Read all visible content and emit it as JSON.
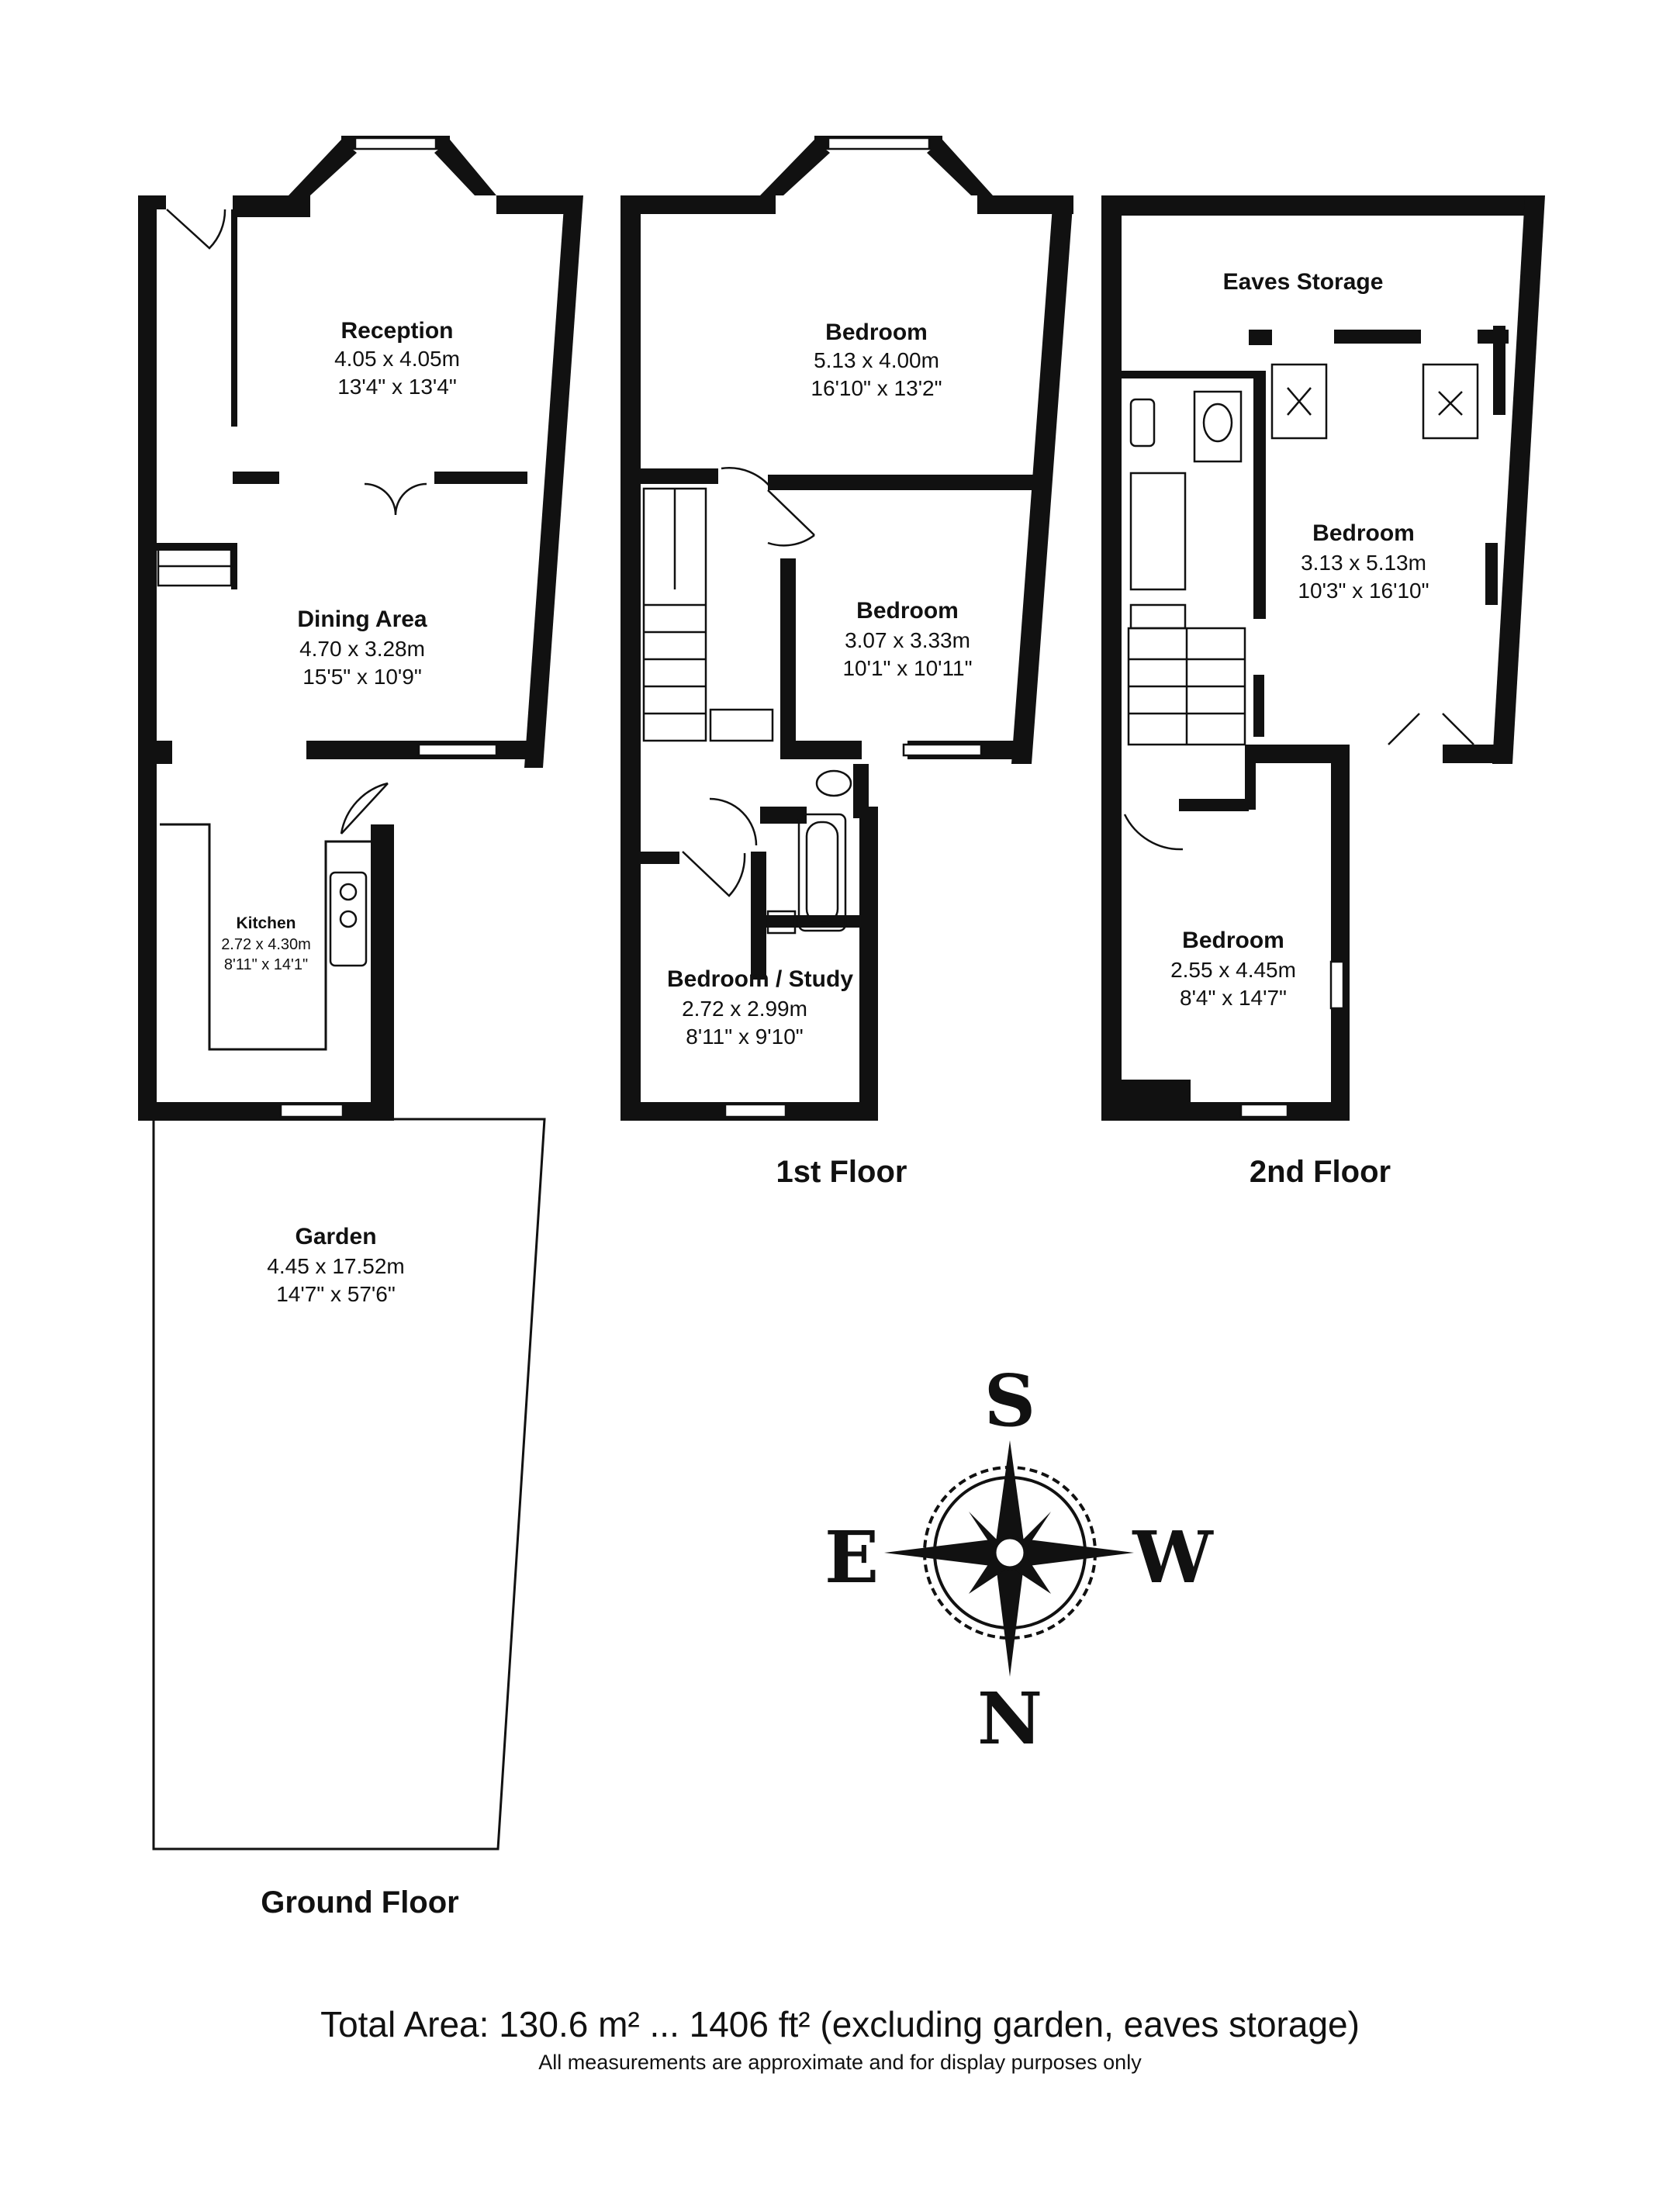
{
  "floors": [
    {
      "label": "Ground Floor",
      "rooms": [
        {
          "name": "Reception",
          "metric": "4.05 x 4.05m",
          "imperial": "13'4\" x 13'4\""
        },
        {
          "name": "Dining Area",
          "metric": "4.70 x 3.28m",
          "imperial": "15'5\" x 10'9\""
        },
        {
          "name": "Kitchen",
          "metric": "2.72 x 4.30m",
          "imperial": "8'11\" x 14'1\""
        },
        {
          "name": "Garden",
          "metric": "4.45 x 17.52m",
          "imperial": "14'7\" x 57'6\""
        }
      ]
    },
    {
      "label": "1st Floor",
      "rooms": [
        {
          "name": "Bedroom",
          "metric": "5.13 x 4.00m",
          "imperial": "16'10\" x 13'2\""
        },
        {
          "name": "Bedroom",
          "metric": "3.07 x 3.33m",
          "imperial": "10'1\" x 10'11\""
        },
        {
          "name": "Bedroom / Study",
          "metric": "2.72 x 2.99m",
          "imperial": "8'11\" x 9'10\""
        }
      ]
    },
    {
      "label": "2nd Floor",
      "rooms": [
        {
          "name": "Eaves Storage",
          "metric": "",
          "imperial": ""
        },
        {
          "name": "Bedroom",
          "metric": "3.13 x 5.13m",
          "imperial": "10'3\" x 16'10\""
        },
        {
          "name": "Bedroom",
          "metric": "2.55 x 4.45m",
          "imperial": "8'4\" x 14'7\""
        }
      ]
    }
  ],
  "compass": {
    "top": "S",
    "bottom": "N",
    "left": "E",
    "right": "W"
  },
  "footer": {
    "total": "Total Area: 130.6 m² ... 1406 ft² (excluding garden, eaves storage)",
    "note": "All measurements are approximate and for display purposes only"
  }
}
